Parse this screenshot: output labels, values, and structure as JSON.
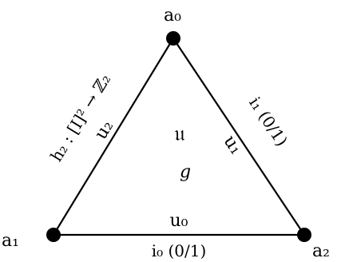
{
  "colors": {
    "stroke": "#000000",
    "vertex": "#000000",
    "background": "#ffffff"
  },
  "vertices": {
    "top": "a₀",
    "bottom_left": "a₁",
    "bottom_right": "a₂"
  },
  "edges": {
    "left": {
      "inner": "u₂",
      "outer": "h₂ : [I]² → ℤ₂"
    },
    "right": {
      "inner": "u₁",
      "outer": "i₁ (0/1)"
    },
    "bottom": {
      "inner": "u₀",
      "outer": "i₀ (0/1)"
    }
  },
  "face": {
    "main": "𝔲",
    "sub": "g"
  }
}
